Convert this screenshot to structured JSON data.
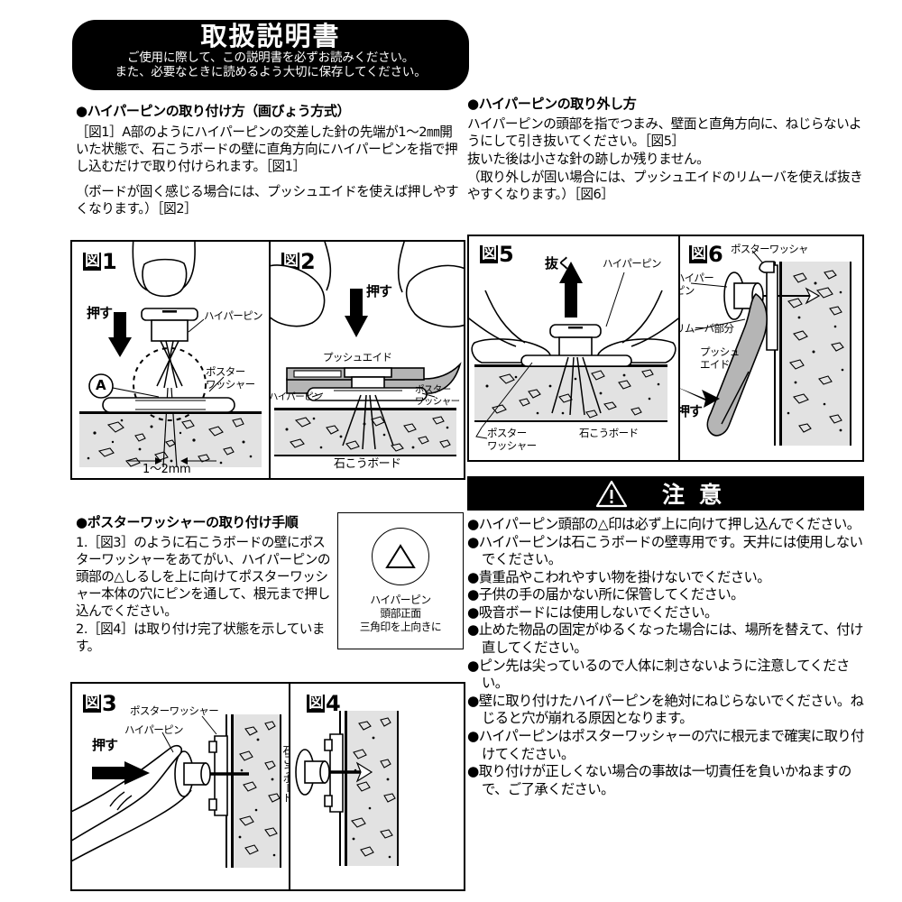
{
  "banner": {
    "title": "取扱説明書",
    "line1": "ご使用に際して、この説明書を必ずお読みください。",
    "line2": "また、必要なときに読めるよう大切に保存してください。"
  },
  "install_section": {
    "heading": "●ハイパーピンの取り付け方（画びょう方式）",
    "para1": "［図1］A部のようにハイパーピンの交差した針の先端が1～2㎜開いた状態で、石こうボードの壁に直角方向にハイパーピンを指で押し込むだけで取り付けられます。［図1］",
    "para2": "（ボードが固く感じる場合には、プッシュエイドを使えば押しやすくなります。）［図2］"
  },
  "remove_section": {
    "heading": "●ハイパーピンの取り外し方",
    "para1": "ハイパーピンの頭部を指でつまみ、壁面と直角方向に、ねじらないようにして引き抜いてください。［図5］",
    "para2": "抜いた後は小さな針の跡しか残りません。",
    "para3": "（取り外しが固い場合には、プッシュエイドのリムーバを使えば抜きやすくなります。）［図6］"
  },
  "washer_section": {
    "heading": "●ポスターワッシャーの取り付け手順",
    "step1": "1.［図3］のように石こうボードの壁にポスターワッシャーをあてがい、ハイパーピンの頭部の△しるしを上に向けてポスターワッシャー本体の穴にピンを通して、根元まで押し込んでください。",
    "step2": "2.［図4］は取り付け完了状態を示しています。"
  },
  "triangle_box": {
    "caption_line1": "ハイパーピン",
    "caption_line2": "頭部正面",
    "caption_line3": "三角印を上向きに"
  },
  "figures": {
    "zu_prefix": "図",
    "fig1": {
      "number": "1",
      "labels": {
        "push": "押す",
        "hyperpin": "ハイパーピン",
        "washer_l1": "ポスター",
        "washer_l2": "ワッシャー",
        "callout_a": "A",
        "dimension": "1～2mm"
      }
    },
    "fig2": {
      "number": "2",
      "labels": {
        "push": "押す",
        "pushaid": "プッシュエイド",
        "hyperpin": "ハイパーピン",
        "washer_l1": "ポスター",
        "washer_l2": "ワッシャー",
        "board": "石こうボード"
      }
    },
    "fig3": {
      "number": "3",
      "labels": {
        "push": "押す",
        "washer": "ポスターワッシャー",
        "hyperpin": "ハイパーピン",
        "board": "石こうボード"
      }
    },
    "fig4": {
      "number": "4",
      "labels": {}
    },
    "fig5": {
      "number": "5",
      "labels": {
        "pull": "抜く",
        "hyperpin": "ハイパーピン",
        "washer_l1": "ポスター",
        "washer_l2": "ワッシャー",
        "board": "石こうボード"
      }
    },
    "fig6": {
      "number": "6",
      "labels": {
        "washer": "ポスターワッシャ",
        "hyperpin_l1": "ハイパー",
        "hyperpin_l2": "ピン",
        "remover": "リムーバ部分",
        "pushaid_l1": "プッシュ",
        "pushaid_l2": "エイド",
        "push": "押す"
      }
    }
  },
  "caution": {
    "title_left": "注",
    "title_right": "意",
    "warning_icon": "warning-triangle",
    "items": [
      "●ハイパーピン頭部の△印は必ず上に向けて押し込んでください。",
      "●ハイパーピンは石こうボードの壁専用です。天井には使用しないでください。",
      "●貴重品やこわれやすい物を掛けないでください。",
      "●子供の手の届かない所に保管してください。",
      "●吸音ボードには使用しないでください。",
      "●止めた物品の固定がゆるくなった場合には、場所を替えて、付け直してください。",
      "●ピン先は尖っているので人体に刺さないように注意してください。",
      "●壁に取り付けたハイパーピンを絶対にねじらないでください。ねじると穴が崩れる原因となります。",
      "●ハイパーピンはポスターワッシャーの穴に根元まで確実に取り付けてください。",
      "●取り付けが正しくない場合の事故は一切責任を負いかねますので、ご了承ください。"
    ]
  },
  "colors": {
    "board_fill": "#e2e2e2",
    "pushaid_fill": "#b5b5b5",
    "ink": "#000000",
    "paper": "#ffffff"
  }
}
